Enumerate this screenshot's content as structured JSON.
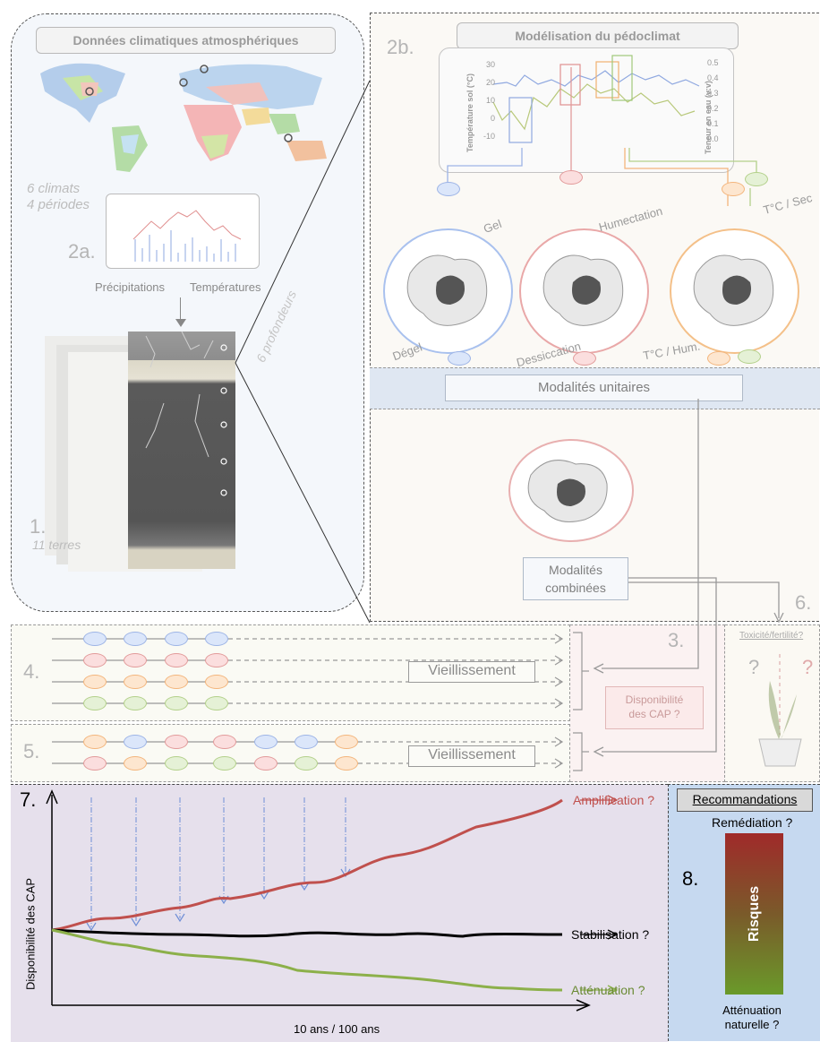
{
  "panel1": {
    "title": "Données climatiques atmosphériques",
    "climates": "6 climats",
    "periods": "4 périodes",
    "step_2a": "2a.",
    "precip": "Précipitations",
    "temps": "Températures",
    "depths": "6 profondeurs",
    "step_1": "1.",
    "soils": "11 terres"
  },
  "panel2b": {
    "step": "2b.",
    "title": "Modélisation du pédoclimat",
    "yleft": "Température sol (°C)",
    "yright": "Teneur en eau (v:v)",
    "left_ticks": [
      "30",
      "20",
      "10",
      "0",
      "-10"
    ],
    "right_ticks": [
      "0.5",
      "0.4",
      "0.3",
      "0.2",
      "0.1",
      "0.0"
    ],
    "gel": "Gel",
    "degel": "Dégel",
    "humectation": "Humectation",
    "dessiccation": "Dessiccation",
    "tsec": "T°C / Sec",
    "thum": "T°C / Hum.",
    "unitaires": "Modalités unitaires",
    "combinees_1": "Modalités",
    "combinees_2": "combinées",
    "step_6": "6."
  },
  "aging": {
    "step_4": "4.",
    "step_5": "5.",
    "vieillissement_4": "Vieillissement",
    "vieillissement_5": "Vieillissement",
    "step_3": "3.",
    "dispo_1": "Disponibilité",
    "dispo_2": "des CAP ?",
    "toxicite": "Toxicité/fertilité?",
    "q1": "?",
    "q2": "?"
  },
  "panel7": {
    "step": "7.",
    "ylabel": "Disponibilité des CAP",
    "xlabel": "10 ans / 100 ans",
    "amplification": "Amplification ?",
    "stabilisation": "Stabilisation ?",
    "attenuation": "Atténuation ?"
  },
  "panel8": {
    "recommandations": "Recommandations",
    "remediation": "Remédiation ?",
    "step": "8.",
    "risques": "Risques",
    "att_nat_1": "Atténuation",
    "att_nat_2": "naturelle ?"
  },
  "colors": {
    "red": "#c0504d",
    "green": "#8cb04a",
    "blue": "#6f95d4",
    "orange": "#f0a040",
    "purple_bg": "#e6e0ec",
    "blue_bg": "#c6d9f0"
  }
}
